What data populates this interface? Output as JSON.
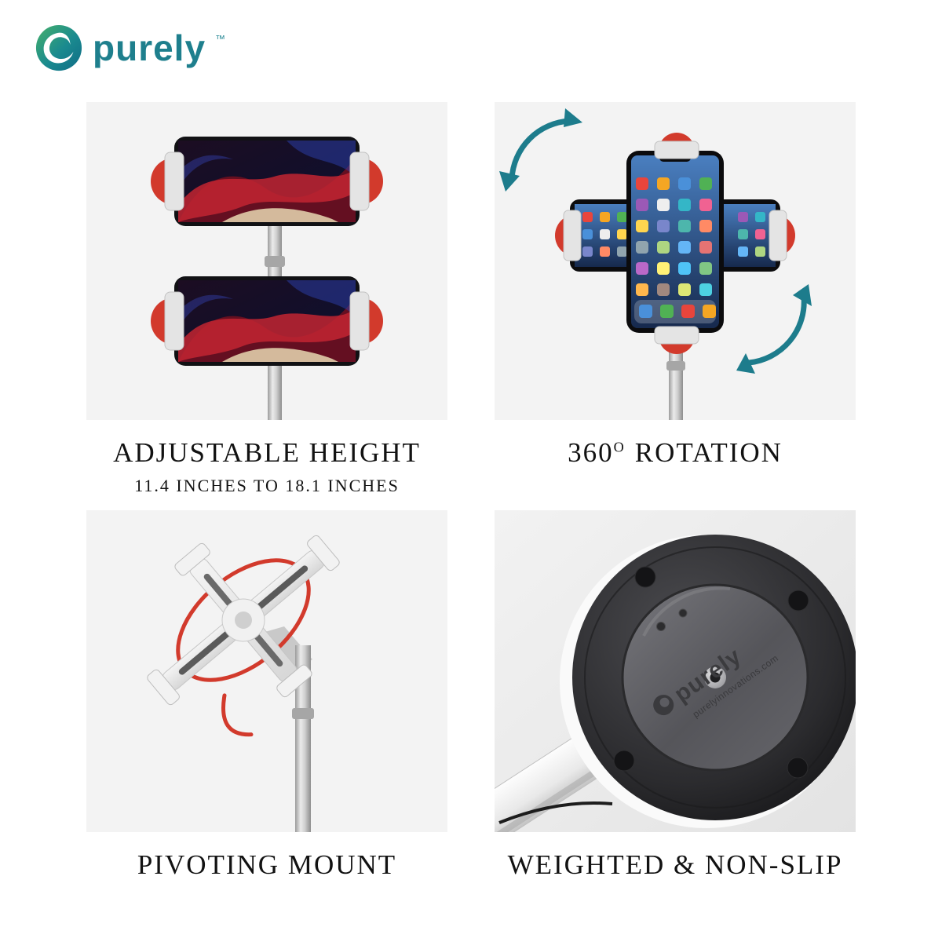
{
  "brand": {
    "name": "purely",
    "trademark": "™"
  },
  "features": {
    "adjustable_height": {
      "title": "ADJUSTABLE HEIGHT",
      "subtitle": "11.4 INCHES TO 18.1 INCHES"
    },
    "rotation": {
      "value": "360",
      "degree_symbol": "O",
      "label": "ROTATION"
    },
    "pivoting_mount": {
      "title": "PIVOTING MOUNT"
    },
    "weighted": {
      "title": "WEIGHTED & NON-SLIP"
    }
  },
  "base_engraving": {
    "logo_text": "purely",
    "website": "purelyinnovations.com"
  },
  "colors": {
    "brand_teal": "#1e7f8d",
    "accent_red": "#d23a2c",
    "arrow_teal": "#1d7c8c",
    "panel_background": "#f3f3f3",
    "caption_text": "#121212",
    "base_dark": "#232326"
  }
}
